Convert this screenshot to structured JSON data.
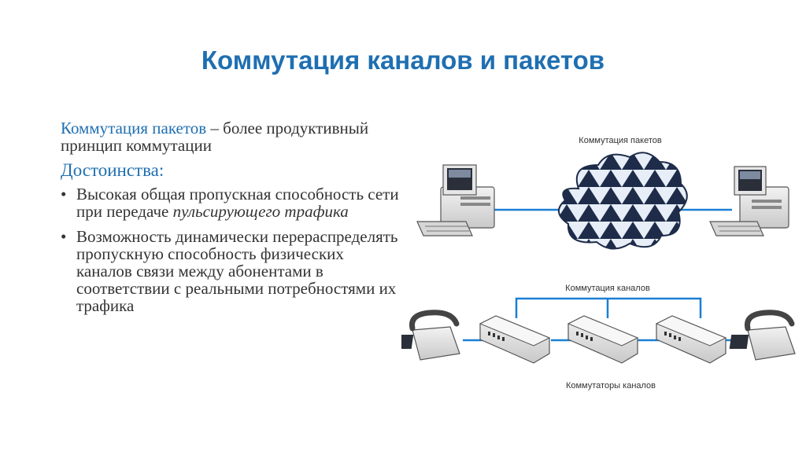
{
  "slide": {
    "title": "Коммутация каналов и пакетов",
    "intro_lead": "Коммутация пакетов",
    "intro_rest": " – более продуктивный принцип коммутации",
    "advantages_heading": "Достоинства:",
    "bullets": [
      {
        "bullet": "•",
        "text": "Высокая общая пропускная способность сети при передаче ",
        "italic": "пульсирующего трафика"
      },
      {
        "bullet": "•",
        "text": "Возможность динамически перераспределять пропускную способность физических каналов связи между абонентами в соответствии с реальными потребностями их трафика"
      }
    ]
  },
  "diagram": {
    "packet_switching_label": "Коммутация пакетов",
    "circuit_switching_label": "Коммутация каналов",
    "circuit_switches_label": "Коммутаторы каналов",
    "colors": {
      "link": "#1a7fd4",
      "accent": "#1f6fb1",
      "cloud": "#1e2c4a"
    }
  }
}
